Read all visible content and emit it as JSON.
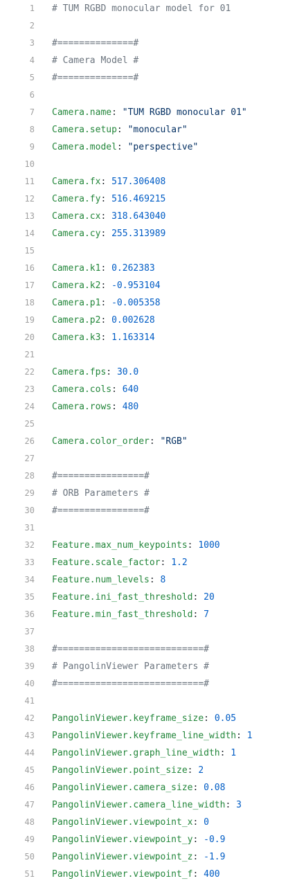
{
  "editor": {
    "lines": [
      {
        "n": "1",
        "tokens": [
          {
            "t": "comment",
            "v": "# TUM RGBD monocular model for 01"
          }
        ]
      },
      {
        "n": "2",
        "tokens": []
      },
      {
        "n": "3",
        "tokens": [
          {
            "t": "comment",
            "v": "#==============#"
          }
        ]
      },
      {
        "n": "4",
        "tokens": [
          {
            "t": "comment",
            "v": "# Camera Model #"
          }
        ]
      },
      {
        "n": "5",
        "tokens": [
          {
            "t": "comment",
            "v": "#==============#"
          }
        ]
      },
      {
        "n": "6",
        "tokens": []
      },
      {
        "n": "7",
        "tokens": [
          {
            "t": "key",
            "v": "Camera.name"
          },
          {
            "t": "plain",
            "v": ": "
          },
          {
            "t": "string",
            "v": "\"TUM RGBD monocular 01\""
          }
        ]
      },
      {
        "n": "8",
        "tokens": [
          {
            "t": "key",
            "v": "Camera.setup"
          },
          {
            "t": "plain",
            "v": ": "
          },
          {
            "t": "string",
            "v": "\"monocular\""
          }
        ]
      },
      {
        "n": "9",
        "tokens": [
          {
            "t": "key",
            "v": "Camera.model"
          },
          {
            "t": "plain",
            "v": ": "
          },
          {
            "t": "string",
            "v": "\"perspective\""
          }
        ]
      },
      {
        "n": "10",
        "tokens": []
      },
      {
        "n": "11",
        "tokens": [
          {
            "t": "key",
            "v": "Camera.fx"
          },
          {
            "t": "plain",
            "v": ": "
          },
          {
            "t": "number",
            "v": "517.306408"
          }
        ]
      },
      {
        "n": "12",
        "tokens": [
          {
            "t": "key",
            "v": "Camera.fy"
          },
          {
            "t": "plain",
            "v": ": "
          },
          {
            "t": "number",
            "v": "516.469215"
          }
        ]
      },
      {
        "n": "13",
        "tokens": [
          {
            "t": "key",
            "v": "Camera.cx"
          },
          {
            "t": "plain",
            "v": ": "
          },
          {
            "t": "number",
            "v": "318.643040"
          }
        ]
      },
      {
        "n": "14",
        "tokens": [
          {
            "t": "key",
            "v": "Camera.cy"
          },
          {
            "t": "plain",
            "v": ": "
          },
          {
            "t": "number",
            "v": "255.313989"
          }
        ]
      },
      {
        "n": "15",
        "tokens": []
      },
      {
        "n": "16",
        "tokens": [
          {
            "t": "key",
            "v": "Camera.k1"
          },
          {
            "t": "plain",
            "v": ": "
          },
          {
            "t": "number",
            "v": "0.262383"
          }
        ]
      },
      {
        "n": "17",
        "tokens": [
          {
            "t": "key",
            "v": "Camera.k2"
          },
          {
            "t": "plain",
            "v": ": "
          },
          {
            "t": "number",
            "v": "-0.953104"
          }
        ]
      },
      {
        "n": "18",
        "tokens": [
          {
            "t": "key",
            "v": "Camera.p1"
          },
          {
            "t": "plain",
            "v": ": "
          },
          {
            "t": "number",
            "v": "-0.005358"
          }
        ]
      },
      {
        "n": "19",
        "tokens": [
          {
            "t": "key",
            "v": "Camera.p2"
          },
          {
            "t": "plain",
            "v": ": "
          },
          {
            "t": "number",
            "v": "0.002628"
          }
        ]
      },
      {
        "n": "20",
        "tokens": [
          {
            "t": "key",
            "v": "Camera.k3"
          },
          {
            "t": "plain",
            "v": ": "
          },
          {
            "t": "number",
            "v": "1.163314"
          }
        ]
      },
      {
        "n": "21",
        "tokens": []
      },
      {
        "n": "22",
        "tokens": [
          {
            "t": "key",
            "v": "Camera.fps"
          },
          {
            "t": "plain",
            "v": ": "
          },
          {
            "t": "number",
            "v": "30.0"
          }
        ]
      },
      {
        "n": "23",
        "tokens": [
          {
            "t": "key",
            "v": "Camera.cols"
          },
          {
            "t": "plain",
            "v": ": "
          },
          {
            "t": "number",
            "v": "640"
          }
        ]
      },
      {
        "n": "24",
        "tokens": [
          {
            "t": "key",
            "v": "Camera.rows"
          },
          {
            "t": "plain",
            "v": ": "
          },
          {
            "t": "number",
            "v": "480"
          }
        ]
      },
      {
        "n": "25",
        "tokens": []
      },
      {
        "n": "26",
        "tokens": [
          {
            "t": "key",
            "v": "Camera.color_order"
          },
          {
            "t": "plain",
            "v": ": "
          },
          {
            "t": "string",
            "v": "\"RGB\""
          }
        ]
      },
      {
        "n": "27",
        "tokens": []
      },
      {
        "n": "28",
        "tokens": [
          {
            "t": "comment",
            "v": "#================#"
          }
        ]
      },
      {
        "n": "29",
        "tokens": [
          {
            "t": "comment",
            "v": "# ORB Parameters #"
          }
        ]
      },
      {
        "n": "30",
        "tokens": [
          {
            "t": "comment",
            "v": "#================#"
          }
        ]
      },
      {
        "n": "31",
        "tokens": []
      },
      {
        "n": "32",
        "tokens": [
          {
            "t": "key",
            "v": "Feature.max_num_keypoints"
          },
          {
            "t": "plain",
            "v": ": "
          },
          {
            "t": "number",
            "v": "1000"
          }
        ]
      },
      {
        "n": "33",
        "tokens": [
          {
            "t": "key",
            "v": "Feature.scale_factor"
          },
          {
            "t": "plain",
            "v": ": "
          },
          {
            "t": "number",
            "v": "1.2"
          }
        ]
      },
      {
        "n": "34",
        "tokens": [
          {
            "t": "key",
            "v": "Feature.num_levels"
          },
          {
            "t": "plain",
            "v": ": "
          },
          {
            "t": "number",
            "v": "8"
          }
        ]
      },
      {
        "n": "35",
        "tokens": [
          {
            "t": "key",
            "v": "Feature.ini_fast_threshold"
          },
          {
            "t": "plain",
            "v": ": "
          },
          {
            "t": "number",
            "v": "20"
          }
        ]
      },
      {
        "n": "36",
        "tokens": [
          {
            "t": "key",
            "v": "Feature.min_fast_threshold"
          },
          {
            "t": "plain",
            "v": ": "
          },
          {
            "t": "number",
            "v": "7"
          }
        ]
      },
      {
        "n": "37",
        "tokens": []
      },
      {
        "n": "38",
        "tokens": [
          {
            "t": "comment",
            "v": "#===========================#"
          }
        ]
      },
      {
        "n": "39",
        "tokens": [
          {
            "t": "comment",
            "v": "# PangolinViewer Parameters #"
          }
        ]
      },
      {
        "n": "40",
        "tokens": [
          {
            "t": "comment",
            "v": "#===========================#"
          }
        ]
      },
      {
        "n": "41",
        "tokens": []
      },
      {
        "n": "42",
        "tokens": [
          {
            "t": "key",
            "v": "PangolinViewer.keyframe_size"
          },
          {
            "t": "plain",
            "v": ": "
          },
          {
            "t": "number",
            "v": "0.05"
          }
        ]
      },
      {
        "n": "43",
        "tokens": [
          {
            "t": "key",
            "v": "PangolinViewer.keyframe_line_width"
          },
          {
            "t": "plain",
            "v": ": "
          },
          {
            "t": "number",
            "v": "1"
          }
        ]
      },
      {
        "n": "44",
        "tokens": [
          {
            "t": "key",
            "v": "PangolinViewer.graph_line_width"
          },
          {
            "t": "plain",
            "v": ": "
          },
          {
            "t": "number",
            "v": "1"
          }
        ]
      },
      {
        "n": "45",
        "tokens": [
          {
            "t": "key",
            "v": "PangolinViewer.point_size"
          },
          {
            "t": "plain",
            "v": ": "
          },
          {
            "t": "number",
            "v": "2"
          }
        ]
      },
      {
        "n": "46",
        "tokens": [
          {
            "t": "key",
            "v": "PangolinViewer.camera_size"
          },
          {
            "t": "plain",
            "v": ": "
          },
          {
            "t": "number",
            "v": "0.08"
          }
        ]
      },
      {
        "n": "47",
        "tokens": [
          {
            "t": "key",
            "v": "PangolinViewer.camera_line_width"
          },
          {
            "t": "plain",
            "v": ": "
          },
          {
            "t": "number",
            "v": "3"
          }
        ]
      },
      {
        "n": "48",
        "tokens": [
          {
            "t": "key",
            "v": "PangolinViewer.viewpoint_x"
          },
          {
            "t": "plain",
            "v": ": "
          },
          {
            "t": "number",
            "v": "0"
          }
        ]
      },
      {
        "n": "49",
        "tokens": [
          {
            "t": "key",
            "v": "PangolinViewer.viewpoint_y"
          },
          {
            "t": "plain",
            "v": ": "
          },
          {
            "t": "number",
            "v": "-0.9"
          }
        ]
      },
      {
        "n": "50",
        "tokens": [
          {
            "t": "key",
            "v": "PangolinViewer.viewpoint_z"
          },
          {
            "t": "plain",
            "v": ": "
          },
          {
            "t": "number",
            "v": "-1.9"
          }
        ]
      },
      {
        "n": "51",
        "tokens": [
          {
            "t": "key",
            "v": "PangolinViewer.viewpoint_f"
          },
          {
            "t": "plain",
            "v": ": "
          },
          {
            "t": "number",
            "v": "400"
          }
        ]
      }
    ]
  },
  "colors": {
    "background": "#ffffff",
    "line_number": "#a0a0a0",
    "comment": "#6a737d",
    "key": "#22863a",
    "string": "#032f62",
    "number": "#005cc5"
  }
}
